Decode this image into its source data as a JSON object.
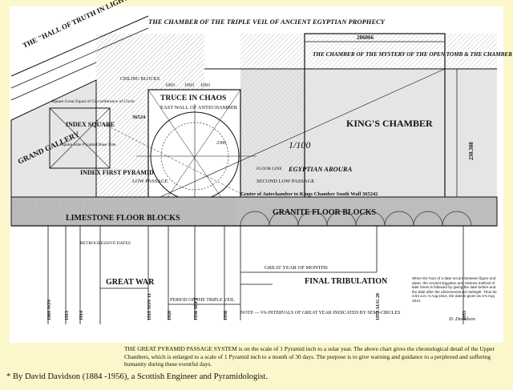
{
  "labels": {
    "hall_of_truth": "THE \"HALL OF TRUTH IN LIGHT\" OF ANCIENT EGYPTIAN PROPHECY",
    "triple_veil": "THE CHAMBER OF THE TRIPLE VEIL OF ANCIENT EGYPTIAN PROPHECY",
    "mystery_chamber": "THE CHAMBER OF THE MYSTERY OF THE OPEN TOMB & THE CHAMBER OF THE GRAND ORIENT OF ANCIENT EGYPTIAN PROPHECY",
    "truce_in_chaos": "TRUCE IN CHAOS",
    "east_wall": "EAST WALL OF ANTECHAMBER",
    "kings_chamber": "KING'S CHAMBER",
    "grand_gallery": "GRAND GALLERY",
    "granite_floor": "GRANITE FLOOR BLOCKS",
    "limestone_floor": "LIMESTONE FLOOR BLOCKS",
    "egyptian_arouras": "EGYPTIAN AROURA",
    "ratio": "1/100",
    "index_square": "INDEX SQUARE",
    "index_pyramid": "INDEX FIRST PYRAMID",
    "first_low_passage": "LOW PASSAGE",
    "second_low_passage": "SECOND LOW PASSAGE",
    "great_war": "GREAT WAR",
    "final_tribulation": "FINAL TRIBULATION",
    "great_year": "GREAT YEAR OF MONTHS",
    "triple_veil_period": "PERIOD OF THE TRIPLE VEIL",
    "note_intervals": "NOTE — V6-INTERVALS OF GREAT YEAR INDICATED BY SEMI-CIRCLES",
    "ceiling_blocks": "CEILING BLOCKS",
    "floor_line": "FLOOR LINE",
    "centre_line": "Centre of Antechamber to Kings Chamber South Wall 365242",
    "width_top": "206066",
    "height_right": "230.388",
    "num_1": "1093",
    "num_2": "1093",
    "num_3": "36524",
    "num_4": "1093",
    "num_5": "2300",
    "square_a": "Square Great Equal of Circumference of Circle",
    "square_b": "Square Side Pyramid Base Side",
    "retro_dates": "RETROGRESSIVE DATES",
    "signature": "D. Davidson"
  },
  "timeline_dates": [
    "1909 NOV",
    "1913",
    "1914",
    "1918 NOV 11",
    "1928",
    "1936 SEPT",
    "1936",
    "1953 AUG 20",
    "1953"
  ],
  "caption": "THE GREAT PYRAMID PASSAGE SYSTEM is on the scale of 1 Pyramid inch to a solar year. The above chart gives the chronological detail of the Upper Chambers, which is enlarged to a scale of 1 Pyramid inch to a month of 30 days. The purpose is to give warning and guidance to a perplexed and suffering humanity during these eventful days.",
  "note_text": "When the hour of a date occurs between figure and dawn, the Ancient Egyptian and Hebrew method of later times is followed by giving the date before and the date after the aforementioned midnight. Thus for 3.54 a.m. 5 Aug 1914, the date is given as 4-5 Aug 1914.",
  "footnote": "* By David Davidson (1884 -1956), a Scottish Engineer and Pyramidologist."
}
